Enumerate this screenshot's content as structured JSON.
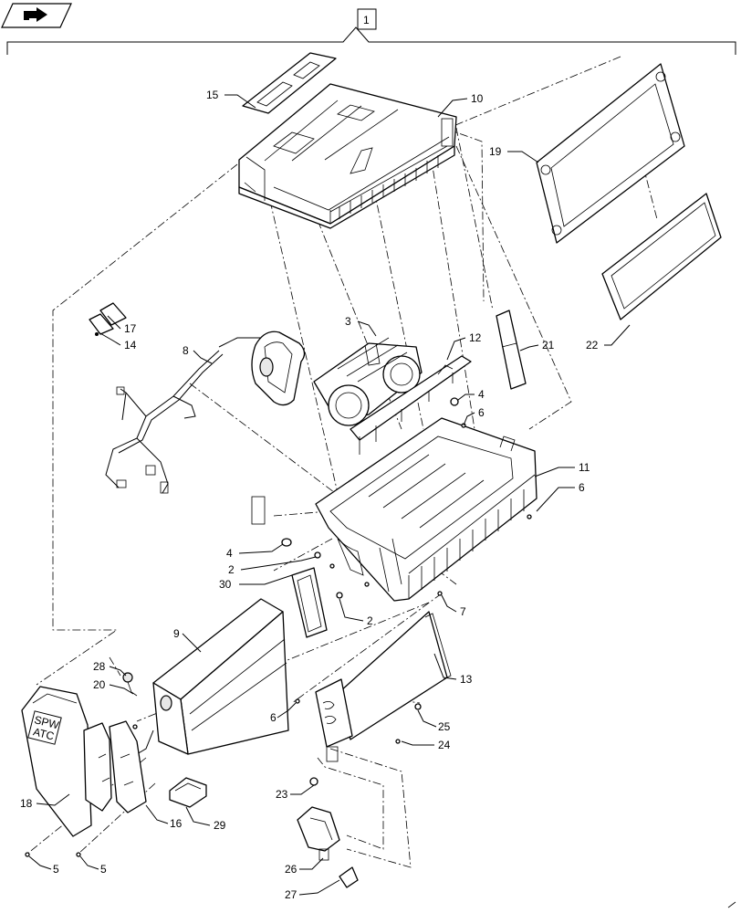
{
  "assembly_number": "1",
  "callouts": {
    "c1": "1",
    "c2a": "2",
    "c2b": "2",
    "c3": "3",
    "c4a": "4",
    "c4b": "4",
    "c5a": "5",
    "c5b": "5",
    "c6a": "6",
    "c6b": "6",
    "c6c": "6",
    "c7": "7",
    "c8": "8",
    "c9": "9",
    "c10": "10",
    "c11": "11",
    "c12": "12",
    "c13": "13",
    "c14": "14",
    "c15": "15",
    "c16": "16",
    "c17": "17",
    "c18": "18",
    "c19": "19",
    "c20": "20",
    "c21": "21",
    "c22": "22",
    "c23": "23",
    "c24": "24",
    "c25": "25",
    "c26": "26",
    "c27": "27",
    "c28": "28",
    "c29": "29",
    "c30": "30"
  },
  "cover_text": {
    "line1": "SPW",
    "line2": "ATC"
  },
  "nav_icon": "next-arrow-icon"
}
